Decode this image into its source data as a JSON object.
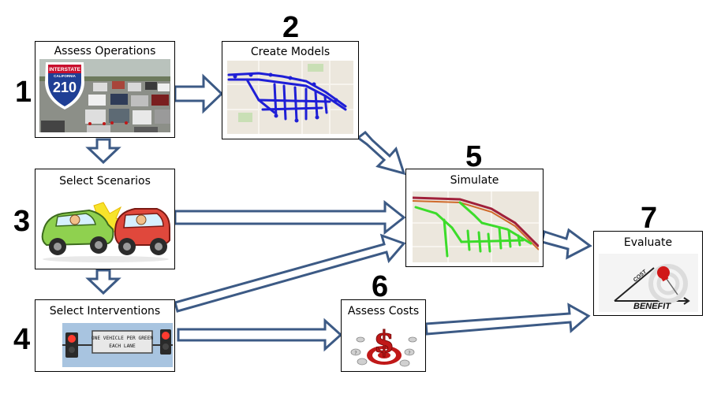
{
  "steps": [
    {
      "number": "1",
      "title": "Assess Operations",
      "sign_state": "CALIFORNIA",
      "sign_type": "INTERSTATE",
      "sign_route": "210"
    },
    {
      "number": "2",
      "title": "Create Models"
    },
    {
      "number": "3",
      "title": "Select Scenarios"
    },
    {
      "number": "4",
      "title": "Select Interventions",
      "sign_line1": "ONE VEHICLE PER GREEN",
      "sign_line2": "EACH LANE"
    },
    {
      "number": "5",
      "title": "Simulate"
    },
    {
      "number": "6",
      "title": "Assess Costs"
    },
    {
      "number": "7",
      "title": "Evaluate",
      "axis_x": "BENEFIT",
      "axis_y": "COST"
    }
  ],
  "colors": {
    "arrow_stroke": "#3c5a85",
    "network_blue": "#1f1fd6",
    "network_green": "#3cdc2a",
    "pin_red": "#d01818"
  }
}
